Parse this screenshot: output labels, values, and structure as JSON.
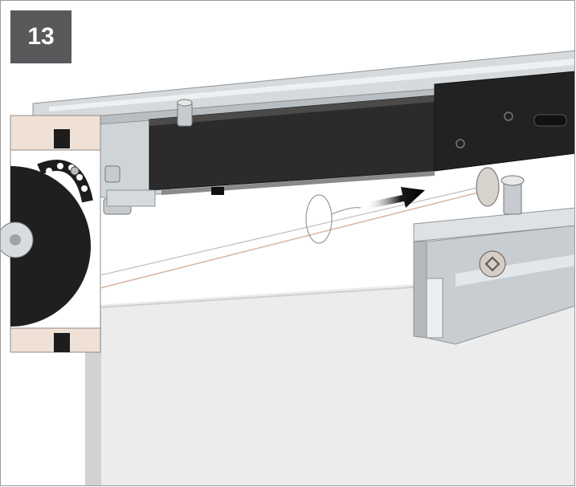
{
  "step": {
    "number": "13"
  },
  "illustration": {
    "subject": "sliding-door-track-assembly",
    "arrow_direction": "right",
    "colors": {
      "rail": "#d2d6d9",
      "rail_dark": "#aeb3b7",
      "damper": "#2a2a2a",
      "panel": "#ececec",
      "wheel_block": "#ffffff",
      "wheel_pad": "#efe1d6",
      "cord": "#d9b9a7",
      "badge": "#58595b"
    }
  }
}
